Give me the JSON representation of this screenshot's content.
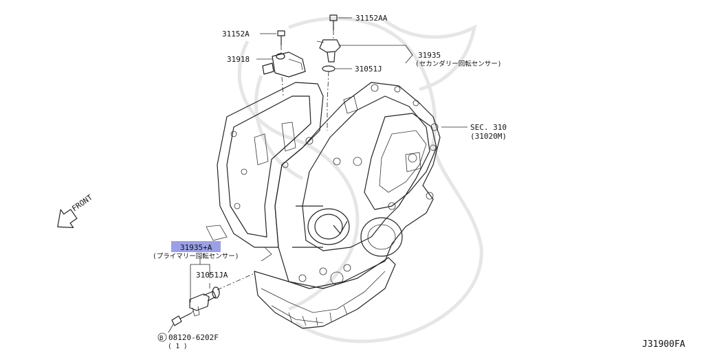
{
  "labels": {
    "p31152AA": "31152AA",
    "p31152A": "31152A",
    "p31918": "31918",
    "p31935": "31935",
    "p31935_desc": "(セカンダリー回転センサー)",
    "p31051J": "31051J",
    "sec_ref": "SEC. 310",
    "sec_sub": "(31020M)",
    "p31935A": "31935+A",
    "p31935A_desc": "(プライマリー回転センサー)",
    "p31051JA": "31051JA",
    "bolt_code": "08120-6202F",
    "bolt_qty": "( 1 )",
    "bolt_symbol": "B",
    "front": "FRONT",
    "diagram_id": "J31900FA"
  },
  "colors": {
    "highlight": "#9aa0e8",
    "line": "#222222",
    "watermark": "#e6e6e6"
  }
}
